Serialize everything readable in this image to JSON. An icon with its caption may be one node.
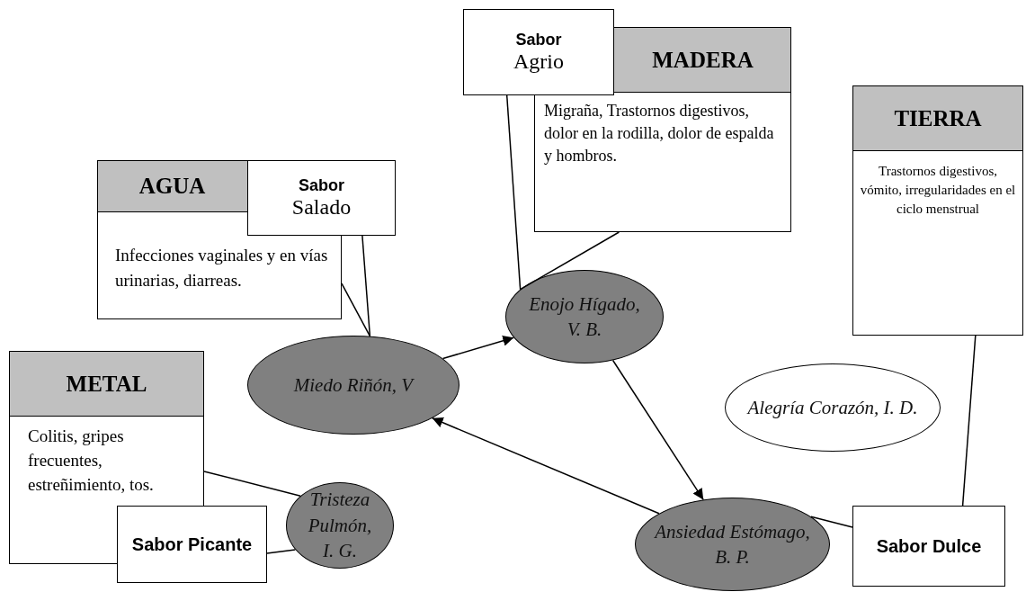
{
  "diagram": {
    "nodes": [
      {
        "text": [
          "AGUA",
          "Infecciones vaginales y en vías urinarias, diarreas."
        ]
      },
      {
        "text": [
          "Sabor",
          "Salado"
        ]
      },
      {
        "text": [
          "MADERA",
          "Migraña, Trastornos digestivos, dolor en la rodilla, dolor de espalda y hombros."
        ]
      },
      {
        "text": [
          "Sabor",
          "Agrio"
        ]
      },
      {
        "text": [
          "TIERRA",
          "Trastornos digestivos, vómito, irregularidades en el ciclo menstrual"
        ]
      },
      {
        "text": [
          "METAL",
          "Colitis, gripes frecuentes, estreñimiento, tos."
        ]
      },
      {
        "text": [
          "Sabor Picante"
        ]
      },
      {
        "text": [
          "Sabor Dulce"
        ]
      },
      {
        "text": [
          "Miedo Riñón, V"
        ]
      },
      {
        "text": [
          "Enojo Hígado, V. B."
        ]
      },
      {
        "text": [
          "Alegría Corazón, I. D."
        ]
      },
      {
        "text": [
          "Tristeza Pulmón, I. G."
        ]
      },
      {
        "text": [
          "Ansiedad Estómago, B. P."
        ]
      }
    ],
    "edges": [
      {
        "from": 8,
        "to": 9,
        "arrow": "to"
      },
      {
        "from": 9,
        "to": 12,
        "arrow": "to"
      },
      {
        "from": 12,
        "to": 8,
        "arrow": "to"
      },
      {
        "from": 0,
        "to": 8,
        "arrow": "none"
      },
      {
        "from": 1,
        "to": 8,
        "arrow": "none"
      },
      {
        "from": 2,
        "to": 9,
        "arrow": "none"
      },
      {
        "from": 3,
        "to": 9,
        "arrow": "none"
      },
      {
        "from": 4,
        "to": 7,
        "arrow": "none"
      },
      {
        "from": 5,
        "to": 11,
        "arrow": "none"
      },
      {
        "from": 6,
        "to": 11,
        "arrow": "none"
      },
      {
        "from": 7,
        "to": 12,
        "arrow": "none"
      }
    ]
  }
}
